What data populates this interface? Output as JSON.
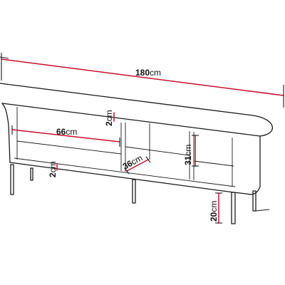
{
  "colors": {
    "dimension_line": "#c8102e",
    "outline": "#1a1a1a",
    "background": "#ffffff"
  },
  "dimensions": {
    "width": {
      "value": "180",
      "unit": "cm"
    },
    "shelf_width": {
      "value": "66",
      "unit": "cm"
    },
    "top_thickness": {
      "value": "2",
      "unit": "cm"
    },
    "bottom_thickness": {
      "value": "2",
      "unit": "cm"
    },
    "depth": {
      "value": "36",
      "unit": "cm"
    },
    "compartment_height": {
      "value": "31",
      "unit": "cm"
    },
    "leg_height": {
      "value": "20",
      "unit": "cm"
    }
  }
}
